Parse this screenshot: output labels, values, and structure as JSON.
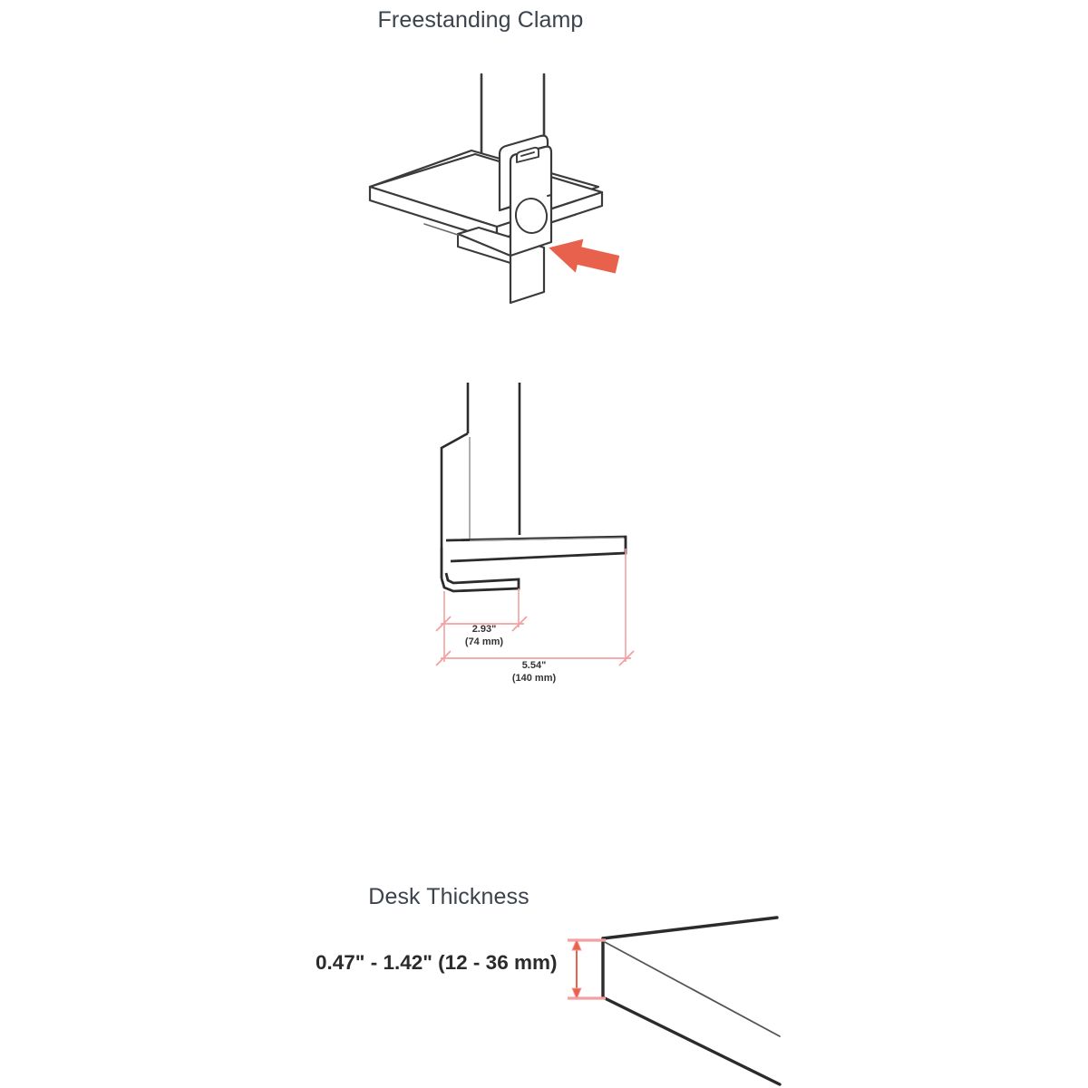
{
  "page": {
    "background_color": "#ffffff",
    "line_color": "#2b2b2b",
    "accent_color": "#e8614d",
    "dimension_color": "#f4a0a0",
    "title_color": "#3c434d"
  },
  "sections": {
    "clamp": {
      "title": "Freestanding Clamp",
      "arrow": {
        "name": "installation-direction-arrow",
        "color": "#e8614d",
        "direction": "left"
      }
    },
    "dimensions": {
      "depth": {
        "inches": "2.93\"",
        "millimeters": "(74 mm)"
      },
      "width": {
        "inches": "5.54\"",
        "millimeters": "(140 mm)"
      }
    },
    "desk": {
      "title": "Desk Thickness",
      "range_label": "0.47\" - 1.42\" (12 - 36 mm)",
      "range_min_in": "0.47\"",
      "range_max_in": "1.42\"",
      "range_min_mm": "12 mm",
      "range_max_mm": "36 mm"
    }
  }
}
